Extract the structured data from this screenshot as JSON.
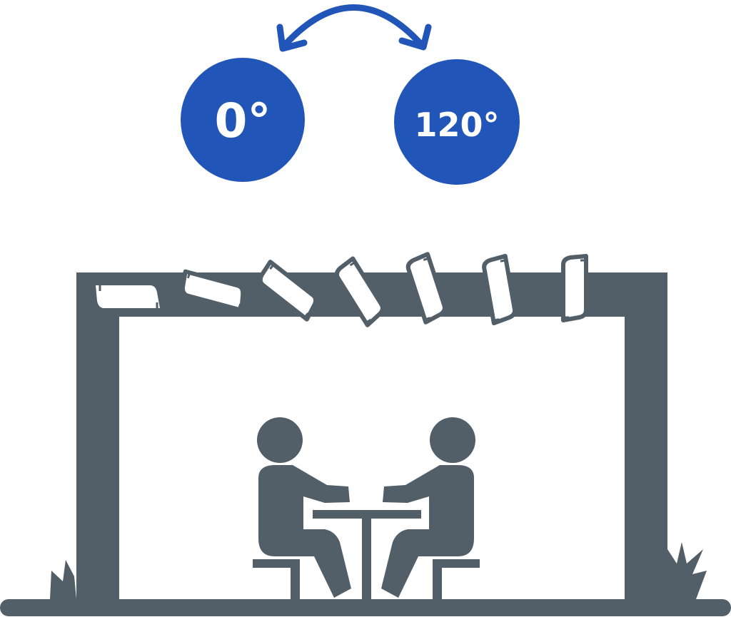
{
  "angles": {
    "min_label": "0°",
    "max_label": "120°"
  },
  "louver_count": 7,
  "louver_angles_deg": [
    0,
    15,
    38,
    58,
    72,
    80,
    90
  ],
  "colors": {
    "accent": "#2255b8",
    "structure": "#525e68",
    "background": "#ffffff"
  },
  "icons": [
    "rotation-arrow-icon",
    "pergola-icon",
    "louver-icon",
    "person-icon",
    "table-icon",
    "stool-icon",
    "grass-icon"
  ]
}
